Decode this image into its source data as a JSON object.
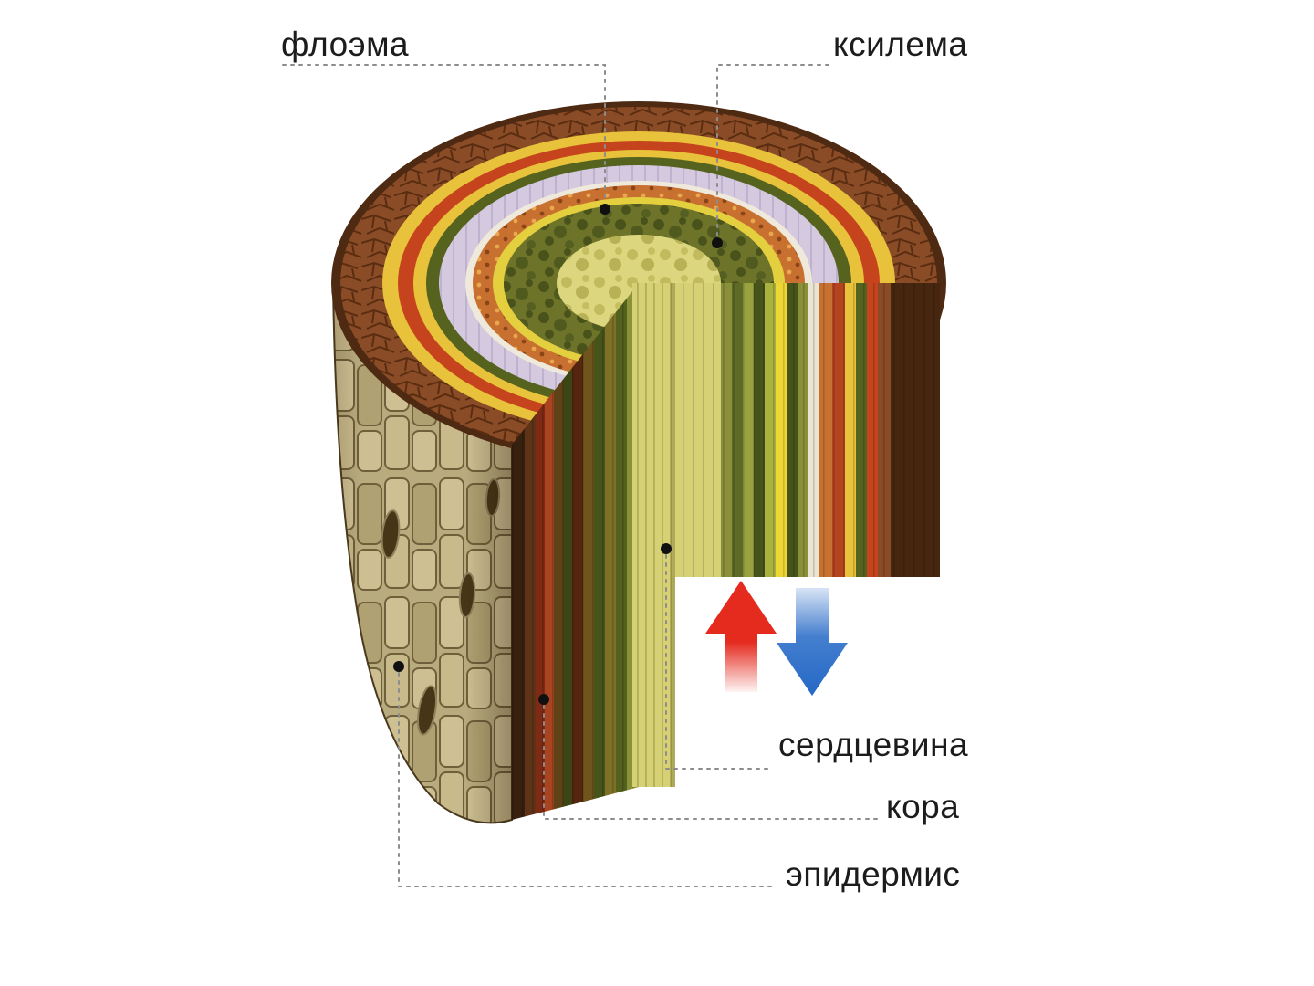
{
  "figure": {
    "labels": {
      "phloem": "флоэма",
      "xylem": "ксилема",
      "pith": "сердцевина",
      "bark": "кора",
      "epidermis": "эпидермис"
    },
    "arrows": {
      "up": {
        "icon": "up-arrow-icon",
        "color": "#e52a1e"
      },
      "down": {
        "icon": "down-arrow-icon",
        "color": "#2468c6"
      }
    },
    "background": "#ffffff"
  }
}
